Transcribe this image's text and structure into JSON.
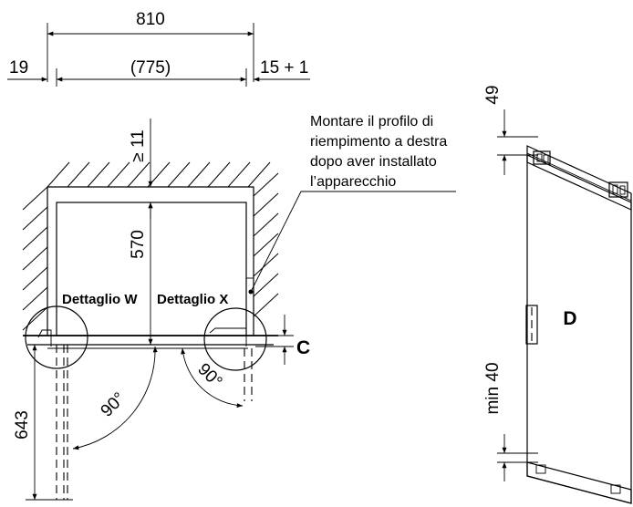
{
  "dimensions": {
    "total_width": "810",
    "left_gap": "19",
    "inner_width": "(775)",
    "right_gap": "15 + 1",
    "top_clearance": "≥ 11",
    "depth": "570",
    "door_depth": "643",
    "door_top_offset": "49",
    "door_bottom_offset": "min 40"
  },
  "labels": {
    "detail_w": "Dettaglio W",
    "detail_x": "Dettaglio X",
    "gap_c": "C",
    "panel_d": "D",
    "angle_left": "90°",
    "angle_right": "90°"
  },
  "note": {
    "line1": "Montare il profilo di",
    "line2": "riempimento a destra",
    "line3": "dopo aver installato",
    "line4": "l’apparecchio"
  }
}
